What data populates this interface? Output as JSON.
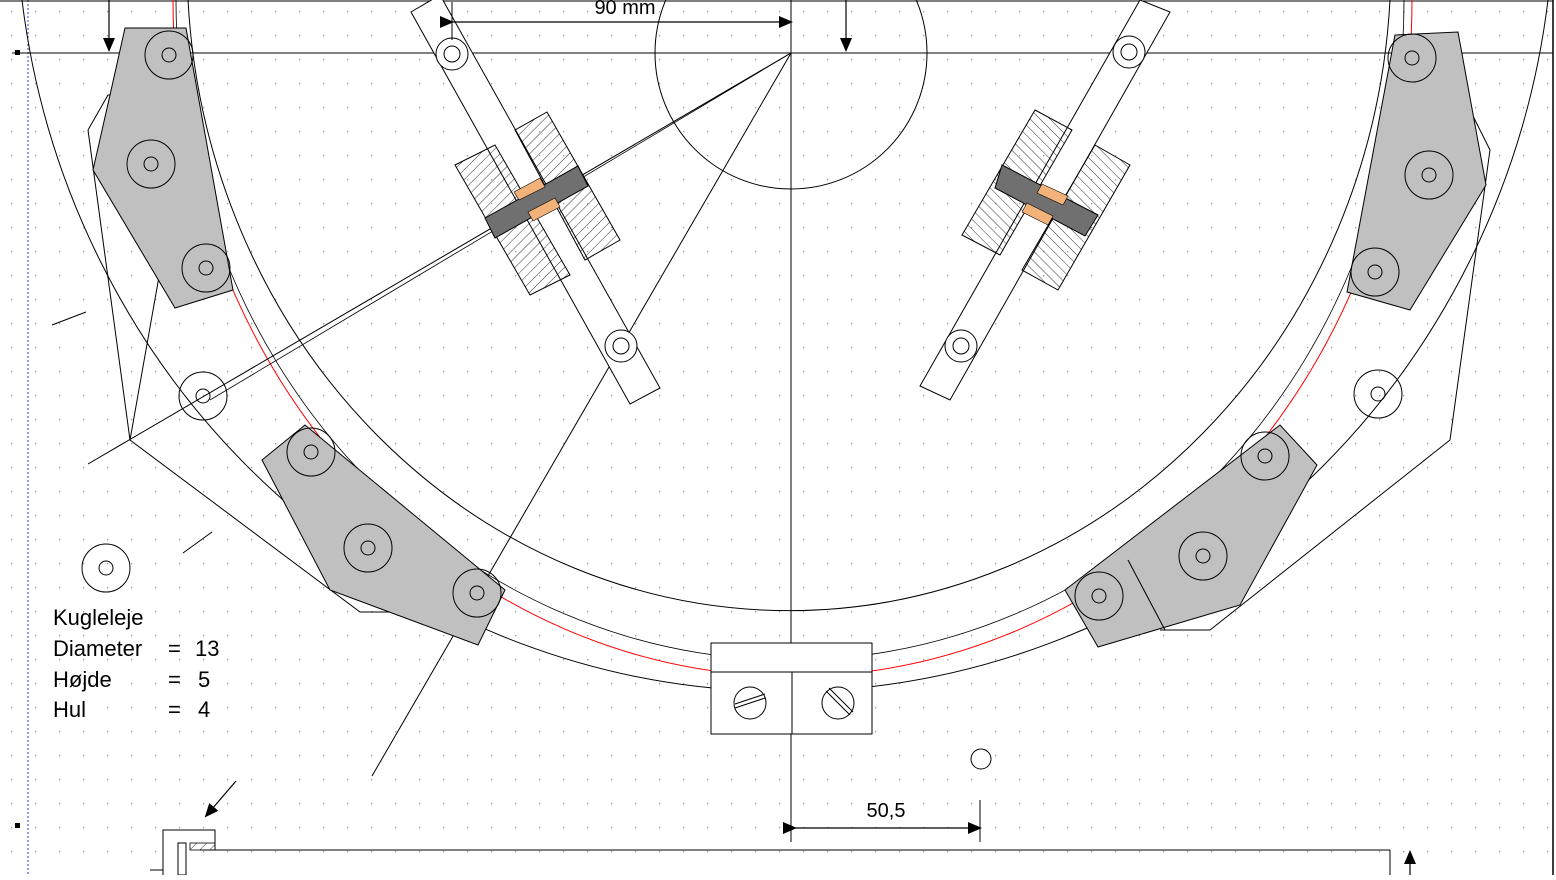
{
  "dimensions": {
    "top_width": "90 mm",
    "bottom_offset": "50,5"
  },
  "bearing_note": {
    "title": "Kugleleje",
    "lines": [
      {
        "label": "Diameter",
        "eq": "=",
        "value": "13"
      },
      {
        "label": "Højde",
        "eq": "=",
        "value": "5"
      },
      {
        "label": "Hul",
        "eq": "=",
        "value": "4"
      }
    ]
  },
  "colors": {
    "stroke": "#000000",
    "pitch_circle": "#ff0000",
    "plate_fill": "#c0c0c0",
    "block_fill": "#707070",
    "pad_fill": "#f2b27a",
    "grid_dot": "#9a9a9a",
    "guide_line": "#3040c0"
  }
}
